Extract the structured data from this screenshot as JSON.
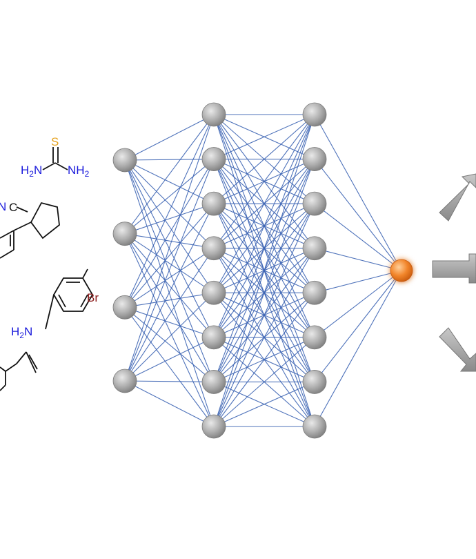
{
  "molecules": {
    "thiourea": {
      "s_label": "S",
      "nh2_left": "H",
      "nh2_left_sub": "2",
      "nh2_left_n": "N",
      "nh2_right": "NH",
      "nh2_right_sub": "2"
    },
    "nitrile": {
      "n_label": "N",
      "c_label": "C"
    },
    "bromoaniline": {
      "br_label": "Br",
      "nh2": "H",
      "nh2_sub": "2",
      "nh2_n": "N",
      "h2_prefix": "H"
    },
    "styrene": {}
  },
  "network": {
    "layers": [
      4,
      8,
      8,
      1
    ],
    "node_color": "#a6a6a6",
    "output_color": "#f07f22",
    "edge_color": "#3b63b3"
  },
  "colors": {
    "sulfur": "#e6a21e",
    "nitrogen": "#1a1adb",
    "bromine": "#8b1a1a",
    "bond": "#111111",
    "arrow": "#9a9a9a"
  },
  "arrows": [
    "up-right-arrow",
    "right-arrow",
    "down-right-arrow"
  ]
}
